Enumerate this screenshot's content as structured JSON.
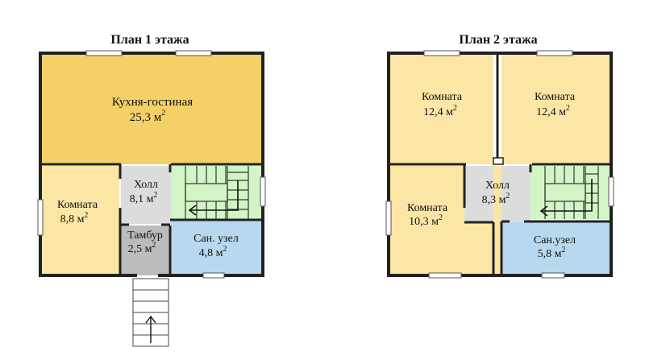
{
  "floor1": {
    "title": "План 1 этажа",
    "rooms": {
      "kitchen": {
        "name": "Кухня-гостиная",
        "area": "25,3 м"
      },
      "hall": {
        "name": "Холл",
        "area": "8,1 м"
      },
      "room": {
        "name": "Комната",
        "area": "8,8 м"
      },
      "vestibule": {
        "name": "Тамбур",
        "area": "2,5 м"
      },
      "bathroom": {
        "name": "Сан. узел",
        "area": "4,8 м"
      }
    }
  },
  "floor2": {
    "title": "План 2 этажа",
    "rooms": {
      "room_top_left": {
        "name": "Комната",
        "area": "12,4 м"
      },
      "room_top_right": {
        "name": "Комната",
        "area": "12,4 м"
      },
      "room_bottom_left": {
        "name": "Комната",
        "area": "10,3 м"
      },
      "hall": {
        "name": "Холл",
        "area": "8,3 м"
      },
      "bathroom": {
        "name": "Сан.узел",
        "area": "5,8 м"
      }
    }
  },
  "superscript": "2",
  "colors": {
    "kitchen": "#f4d167",
    "room": "#fbe6a5",
    "hall": "#dcdcdc",
    "stairs": "#d2f5c6",
    "vestibule": "#bcbcbc",
    "bathroom": "#b7d8ef",
    "wall": "#222222"
  }
}
